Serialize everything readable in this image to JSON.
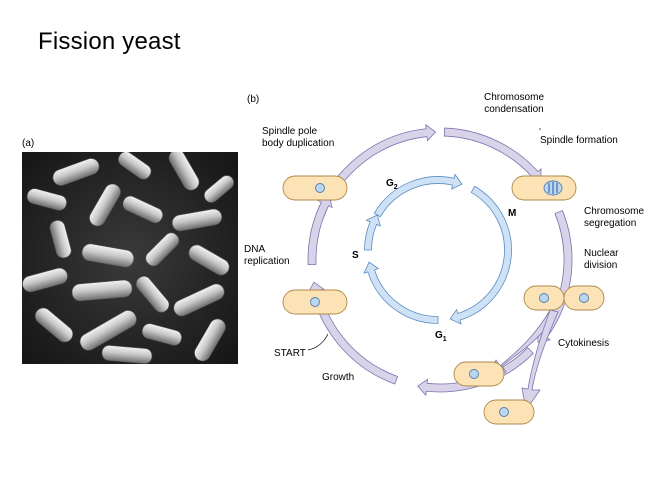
{
  "slide": {
    "title": "Fission yeast"
  },
  "panel_a": {
    "label": "(a)"
  },
  "panel_b": {
    "label": "(b)",
    "phases": {
      "g2": "G",
      "g2_sub": "2",
      "m": "M",
      "g1": "G",
      "g1_sub": "1",
      "s": "S"
    },
    "labels": {
      "chromosome_condensation_1": "Chromosome",
      "chromosome_condensation_2": "condensation",
      "spindle_formation": "Spindle formation",
      "chromosome_segregation_1": "Chromosome",
      "chromosome_segregation_2": "segregation",
      "nuclear_division_1": "Nuclear",
      "nuclear_division_2": "division",
      "cytokinesis": "Cytokinesis",
      "growth": "Growth",
      "start": "START",
      "dna_replication_1": "DNA",
      "dna_replication_2": "replication",
      "spindle_pole_1": "Spindle pole",
      "spindle_pole_2": "body duplication"
    }
  },
  "colors": {
    "outer_arrow_fill": "#d9d3ea",
    "outer_arrow_stroke": "#7f73ad",
    "inner_arrow_fill": "#cfe2f5",
    "inner_arrow_stroke": "#5a8cc4",
    "cell_fill": "#fbe3b6",
    "cell_stroke": "#b08a4a",
    "nucleus_fill": "#bcd6ee",
    "nucleus_stroke": "#4f7fb5"
  }
}
